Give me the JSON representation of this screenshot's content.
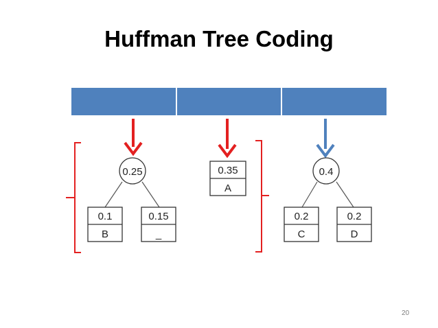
{
  "slide": {
    "title": "Huffman Tree Coding",
    "page_number": "20"
  },
  "colors": {
    "table_header": "#4f81bd",
    "red_arrow": "#e32020",
    "blue_arrow": "#4f81bd",
    "bracket": "#e32020"
  },
  "trees": {
    "tree1": {
      "root": "0.25",
      "left": {
        "value": "0.1",
        "symbol": "B"
      },
      "right": {
        "value": "0.15",
        "symbol": "_"
      }
    },
    "node_a": {
      "value": "0.35",
      "symbol": "A"
    },
    "tree2": {
      "root": "0.4",
      "left": {
        "value": "0.2",
        "symbol": "C"
      },
      "right": {
        "value": "0.2",
        "symbol": "D"
      }
    }
  }
}
